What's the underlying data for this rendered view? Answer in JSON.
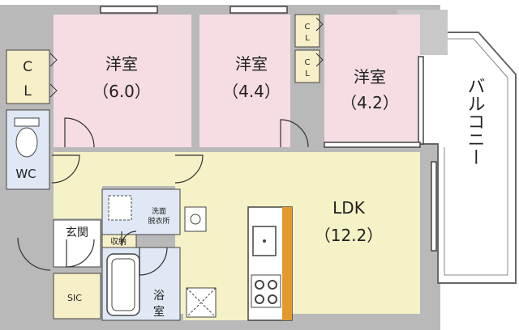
{
  "rooms": {
    "western1": {
      "name": "洋室",
      "size": "（6.0）"
    },
    "western2": {
      "name": "洋室",
      "size": "（4.4）"
    },
    "western3": {
      "name": "洋室",
      "size": "（4.2）"
    },
    "ldk": {
      "name": "LDK",
      "size": "（12.2）"
    },
    "wc": "WC",
    "entrance": "玄関",
    "sic": "SIC",
    "washroom": [
      "洗面",
      "脱衣所"
    ],
    "storage": "収納",
    "bath": [
      "浴",
      "室"
    ],
    "balcony": "バルコニー",
    "closet_big": [
      "C",
      "L"
    ],
    "closet_small1": [
      "C",
      "L"
    ],
    "closet_small2": [
      "C",
      "L"
    ]
  },
  "colors": {
    "bedroom": "#f6dde3",
    "ldk": "#f4f2c6",
    "wet": "#dfe8f4",
    "closet": "#f6efc8",
    "wall": "#b9b9b9",
    "outline": "#333333"
  }
}
